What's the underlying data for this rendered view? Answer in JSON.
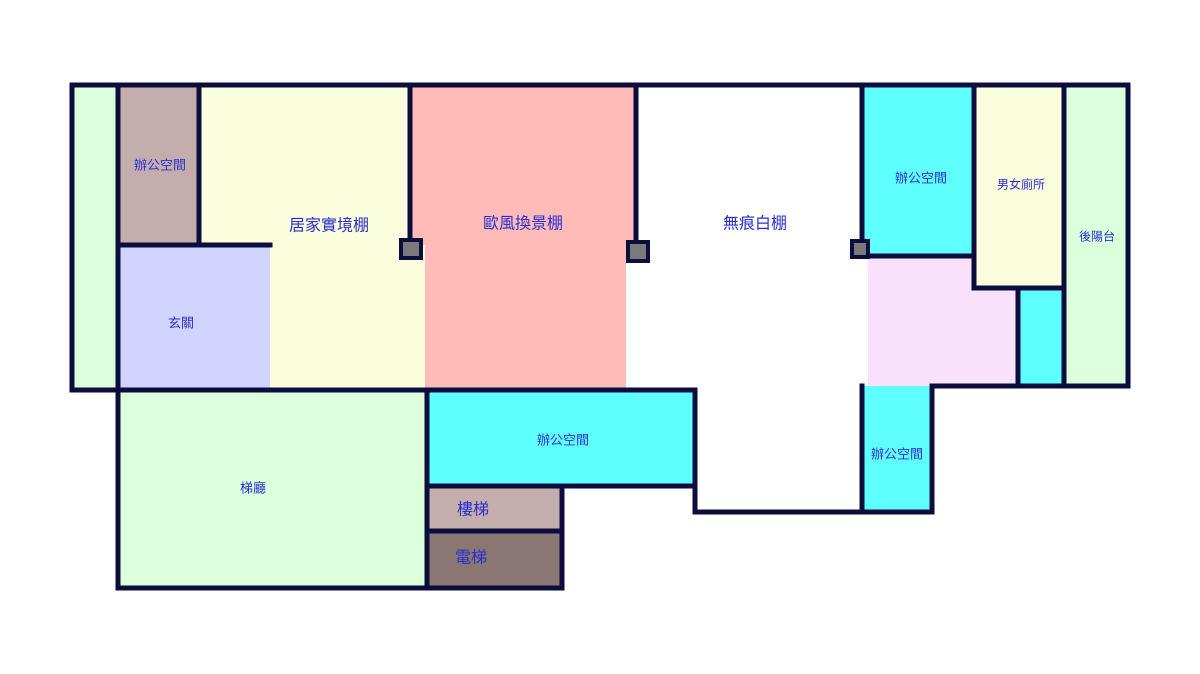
{
  "plan": {
    "rooms": {
      "office_top_left": "辦公空間",
      "home_studio": "居家實境棚",
      "euro_studio": "歐風換景棚",
      "white_studio": "無痕白棚",
      "office_top_right": "辦公空間",
      "restroom": "男女廁所",
      "back_balcony": "後陽台",
      "entrance": "玄關",
      "lobby": "梯廳",
      "office_bottom": "辦公空間",
      "stairs": "樓梯",
      "elevator": "電梯",
      "office_bottom_right": "辦公空間"
    },
    "colors": {
      "wall": "#0b0e3c",
      "label": "#2a2ed0",
      "green": "#dcffdc",
      "brown": "#c3adad",
      "yellow": "#fafedc",
      "lavender": "#d0d4ff",
      "pink": "#ffbbb8",
      "cyan": "#5fffff",
      "light_pink": "#f9e0fb",
      "dark_brown": "#8a7672"
    }
  }
}
